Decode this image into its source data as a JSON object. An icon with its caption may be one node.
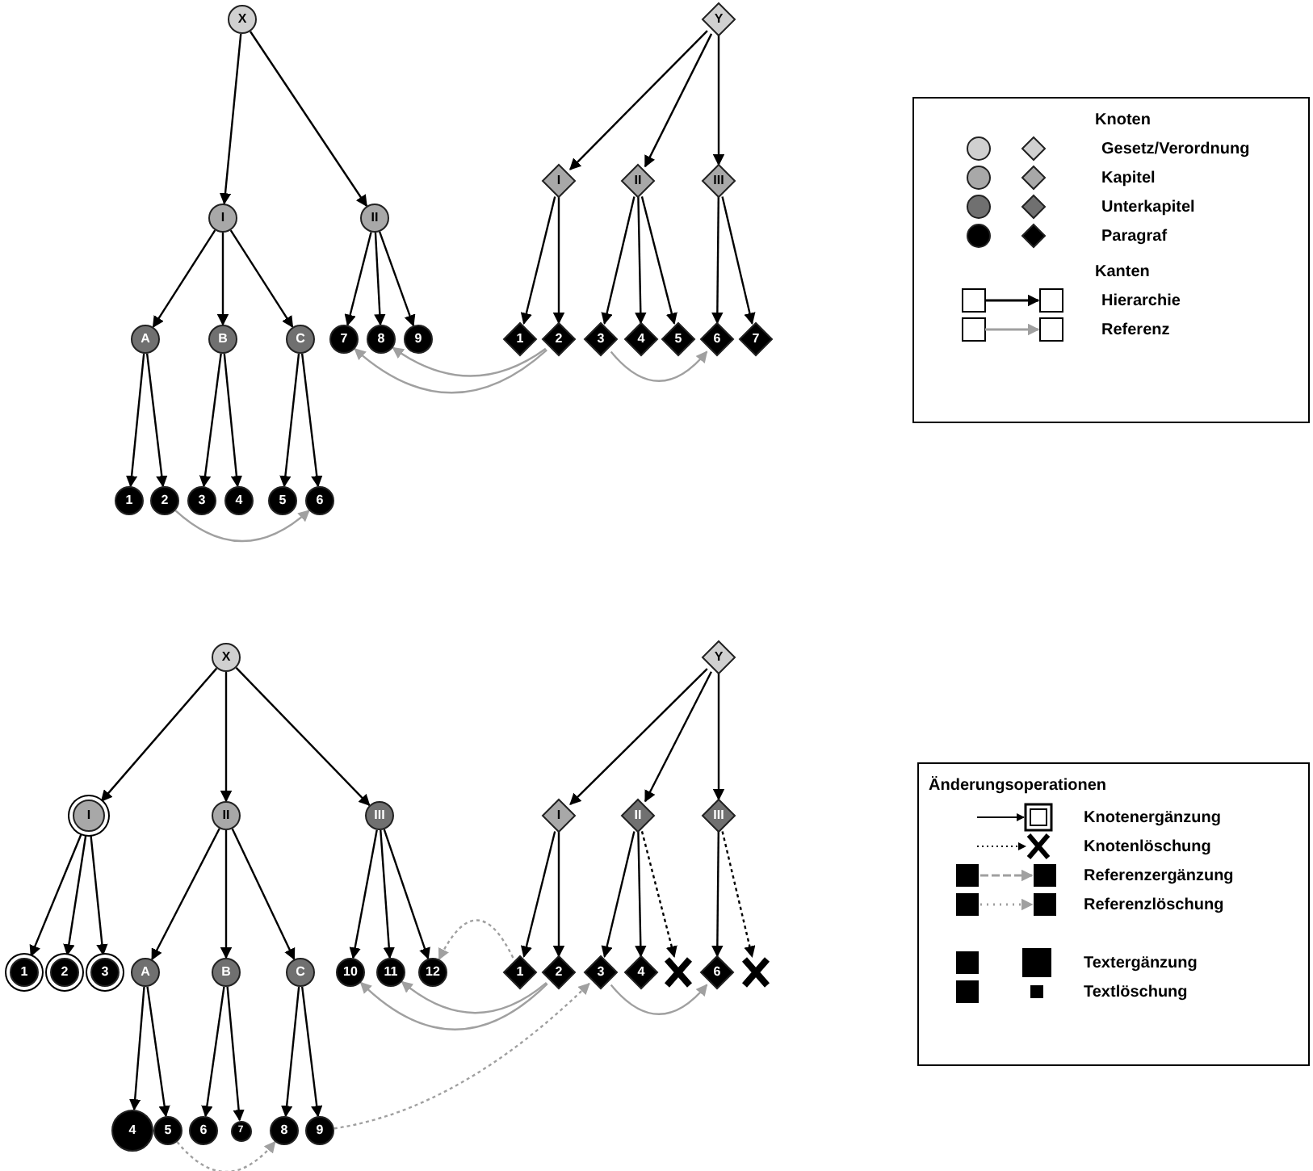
{
  "diagram": {
    "nodes": [
      {
        "text": [
          "X"
        ]
      },
      {
        "text": [
          "I"
        ]
      },
      {
        "text": [
          "II"
        ]
      },
      {
        "text": [
          "A"
        ]
      },
      {
        "text": [
          "B"
        ]
      },
      {
        "text": [
          "C"
        ]
      },
      {
        "text": [
          "1"
        ]
      },
      {
        "text": [
          "2"
        ]
      },
      {
        "text": [
          "3"
        ]
      },
      {
        "text": [
          "4"
        ]
      },
      {
        "text": [
          "5"
        ]
      },
      {
        "text": [
          "6"
        ]
      },
      {
        "text": [
          "7"
        ]
      },
      {
        "text": [
          "8"
        ]
      },
      {
        "text": [
          "9"
        ]
      },
      {
        "text": [
          "Y"
        ]
      },
      {
        "text": [
          "I"
        ]
      },
      {
        "text": [
          "II"
        ]
      },
      {
        "text": [
          "III"
        ]
      },
      {
        "text": [
          "1"
        ]
      },
      {
        "text": [
          "2"
        ]
      },
      {
        "text": [
          "3"
        ]
      },
      {
        "text": [
          "4"
        ]
      },
      {
        "text": [
          "5"
        ]
      },
      {
        "text": [
          "6"
        ]
      },
      {
        "text": [
          "7"
        ]
      },
      {
        "text": [
          "X"
        ]
      },
      {
        "text": [
          "I"
        ]
      },
      {
        "text": [
          "II"
        ]
      },
      {
        "text": [
          "III"
        ]
      },
      {
        "text": [
          "1"
        ]
      },
      {
        "text": [
          "2"
        ]
      },
      {
        "text": [
          "3"
        ]
      },
      {
        "text": [
          "A"
        ]
      },
      {
        "text": [
          "B"
        ]
      },
      {
        "text": [
          "C"
        ]
      },
      {
        "text": [
          "10"
        ]
      },
      {
        "text": [
          "11"
        ]
      },
      {
        "text": [
          "12"
        ]
      },
      {
        "text": [
          "4"
        ]
      },
      {
        "text": [
          "5"
        ]
      },
      {
        "text": [
          "6"
        ]
      },
      {
        "text": [
          "7"
        ]
      },
      {
        "text": [
          "8"
        ]
      },
      {
        "text": [
          "9"
        ]
      },
      {
        "text": [
          "Y"
        ]
      },
      {
        "text": [
          "I"
        ]
      },
      {
        "text": [
          "II"
        ]
      },
      {
        "text": [
          "III"
        ]
      },
      {
        "text": [
          "1"
        ]
      },
      {
        "text": [
          "2"
        ]
      },
      {
        "text": [
          "3"
        ]
      },
      {
        "text": [
          "4"
        ]
      },
      {
        "text": [],
        "shape": "cross"
      },
      {
        "text": [
          "6"
        ]
      },
      {
        "text": [],
        "shape": "cross"
      }
    ],
    "edges": [
      {
        "from": 0,
        "to": 1,
        "arrow": "to"
      },
      {
        "from": 0,
        "to": 2,
        "arrow": "to"
      },
      {
        "from": 1,
        "to": 3,
        "arrow": "to"
      },
      {
        "from": 1,
        "to": 4,
        "arrow": "to"
      },
      {
        "from": 1,
        "to": 5,
        "arrow": "to"
      },
      {
        "from": 3,
        "to": 6,
        "arrow": "to"
      },
      {
        "from": 3,
        "to": 7,
        "arrow": "to"
      },
      {
        "from": 4,
        "to": 8,
        "arrow": "to"
      },
      {
        "from": 4,
        "to": 9,
        "arrow": "to"
      },
      {
        "from": 5,
        "to": 10,
        "arrow": "to"
      },
      {
        "from": 5,
        "to": 11,
        "arrow": "to"
      },
      {
        "from": 2,
        "to": 12,
        "arrow": "to"
      },
      {
        "from": 2,
        "to": 13,
        "arrow": "to"
      },
      {
        "from": 2,
        "to": 14,
        "arrow": "to"
      },
      {
        "from": 15,
        "to": 16,
        "arrow": "to"
      },
      {
        "from": 15,
        "to": 17,
        "arrow": "to"
      },
      {
        "from": 15,
        "to": 18,
        "arrow": "to"
      },
      {
        "from": 16,
        "to": 19,
        "arrow": "to"
      },
      {
        "from": 16,
        "to": 20,
        "arrow": "to"
      },
      {
        "from": 17,
        "to": 21,
        "arrow": "to"
      },
      {
        "from": 17,
        "to": 22,
        "arrow": "to"
      },
      {
        "from": 17,
        "to": 23,
        "arrow": "to"
      },
      {
        "from": 18,
        "to": 24,
        "arrow": "to"
      },
      {
        "from": 18,
        "to": 25,
        "arrow": "to"
      },
      {
        "from": 7,
        "to": 11,
        "arrow": "to",
        "color": "#a0a0a0"
      },
      {
        "from": 20,
        "to": 12,
        "arrow": "to",
        "color": "#a0a0a0"
      },
      {
        "from": 20,
        "to": 13,
        "arrow": "to",
        "color": "#a0a0a0"
      },
      {
        "from": 21,
        "to": 24,
        "arrow": "to",
        "color": "#a0a0a0"
      },
      {
        "from": 26,
        "to": 27,
        "arrow": "to"
      },
      {
        "from": 26,
        "to": 28,
        "arrow": "to"
      },
      {
        "from": 26,
        "to": 29,
        "arrow": "to"
      },
      {
        "from": 27,
        "to": 30,
        "arrow": "to"
      },
      {
        "from": 27,
        "to": 31,
        "arrow": "to"
      },
      {
        "from": 27,
        "to": 32,
        "arrow": "to"
      },
      {
        "from": 28,
        "to": 33,
        "arrow": "to"
      },
      {
        "from": 28,
        "to": 34,
        "arrow": "to"
      },
      {
        "from": 28,
        "to": 35,
        "arrow": "to"
      },
      {
        "from": 29,
        "to": 36,
        "arrow": "to"
      },
      {
        "from": 29,
        "to": 37,
        "arrow": "to"
      },
      {
        "from": 29,
        "to": 38,
        "arrow": "to"
      },
      {
        "from": 33,
        "to": 39,
        "arrow": "to"
      },
      {
        "from": 33,
        "to": 40,
        "arrow": "to"
      },
      {
        "from": 34,
        "to": 41,
        "arrow": "to"
      },
      {
        "from": 34,
        "to": 42,
        "arrow": "to"
      },
      {
        "from": 35,
        "to": 43,
        "arrow": "to"
      },
      {
        "from": 35,
        "to": 44,
        "arrow": "to"
      },
      {
        "from": 45,
        "to": 46,
        "arrow": "to"
      },
      {
        "from": 45,
        "to": 47,
        "arrow": "to"
      },
      {
        "from": 45,
        "to": 48,
        "arrow": "to"
      },
      {
        "from": 46,
        "to": 49,
        "arrow": "to"
      },
      {
        "from": 46,
        "to": 50,
        "arrow": "to"
      },
      {
        "from": 47,
        "to": 51,
        "arrow": "to"
      },
      {
        "from": 47,
        "to": 52,
        "arrow": "to"
      },
      {
        "from": 47,
        "to": 53,
        "arrow": "to",
        "style": "dashed"
      },
      {
        "from": 48,
        "to": 54,
        "arrow": "to"
      },
      {
        "from": 48,
        "to": 55,
        "arrow": "to",
        "style": "dashed"
      },
      {
        "from": 50,
        "to": 36,
        "arrow": "to",
        "color": "#a0a0a0"
      },
      {
        "from": 50,
        "to": 37,
        "arrow": "to",
        "color": "#a0a0a0"
      },
      {
        "from": 49,
        "to": 38,
        "arrow": "to",
        "style": "dashed",
        "color": "#a0a0a0"
      },
      {
        "from": 44,
        "to": 51,
        "arrow": "to",
        "style": "dashed",
        "color": "#a0a0a0"
      },
      {
        "from": 40,
        "to": 43,
        "arrow": "to",
        "style": "dashed",
        "color": "#a0a0a0"
      },
      {
        "from": 51,
        "to": 54,
        "arrow": "to",
        "color": "#a0a0a0"
      }
    ],
    "labels": [
      "Knoten",
      "Kanten",
      "Änderungsoperationen"
    ],
    "legend": [
      {
        "text": "Gesetz/Verordnung",
        "color": "#d0d0d0"
      },
      {
        "text": "Kapitel",
        "color": "#a8a8a8"
      },
      {
        "text": "Unterkapitel",
        "color": "#707070"
      },
      {
        "text": "Paragraf",
        "color": "#000000"
      },
      {
        "text": "Hierarchie"
      },
      {
        "text": "Referenz"
      },
      {
        "text": "Knotenergänzung"
      },
      {
        "text": "Knotenlöschung"
      },
      {
        "text": "Referenzergänzung"
      },
      {
        "text": "Referenzlöschung"
      },
      {
        "text": "Textergänzung"
      },
      {
        "text": "Textlöschung"
      }
    ]
  }
}
